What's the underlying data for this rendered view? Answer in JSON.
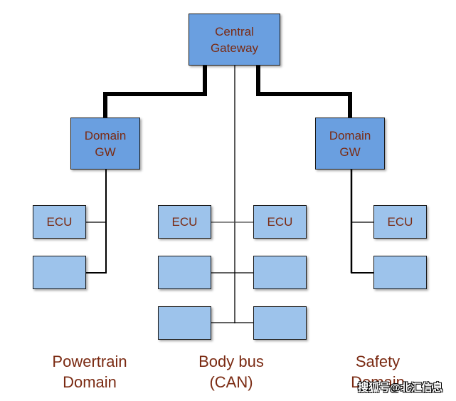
{
  "diagram": {
    "central": {
      "label": "Central\nGateway"
    },
    "domain_gateways": [
      {
        "id": "left",
        "label": "Domain\nGW"
      },
      {
        "id": "right",
        "label": "Domain\nGW"
      }
    ],
    "ecus": {
      "powertrain": [
        "ECU",
        ""
      ],
      "body_left": [
        "ECU",
        "",
        ""
      ],
      "body_right": [
        "ECU",
        "",
        ""
      ],
      "safety": [
        "ECU",
        ""
      ]
    },
    "domain_labels": [
      {
        "id": "powertrain",
        "text": "Powertrain\nDomain"
      },
      {
        "id": "body",
        "text": "Body bus\n(CAN)"
      },
      {
        "id": "safety",
        "text": "Safety\nDomain"
      }
    ],
    "colors": {
      "gateway_fill": "#6a9fe0",
      "ecu_fill": "#9dc3eb",
      "text": "#7a2a12",
      "line": "#000000"
    }
  },
  "watermark": "搜狐号@北汇信息"
}
